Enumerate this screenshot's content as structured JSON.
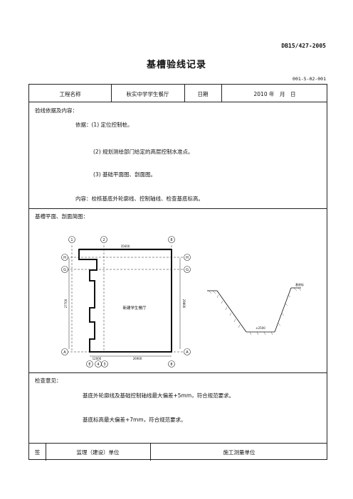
{
  "header": {
    "standard_code": "DB15/427-2005",
    "title": "基槽验线记录",
    "form_code": "001-5-02-001"
  },
  "info_row": {
    "project_label": "工程名称",
    "project_value": "秋实中学学生餐厅",
    "date_label": "日期",
    "date_value": "2010 年　月　日"
  },
  "basis": {
    "heading": "验线依据及内容：",
    "lines": [
      "依据：(1) 定位控制桩。",
      "(2) 规划测绘部门给定的高层控制水准点。",
      "(3) 基础平面图、剖面图。",
      "内容：校核基底外轮廓线、控制轴线、检查基底标高。"
    ]
  },
  "sketch": {
    "heading": "基槽平面、剖面简图：",
    "axis_top": [
      "1",
      "2",
      "8"
    ],
    "axis_bottom": [
      "E",
      "4",
      "3",
      "8"
    ],
    "axis_side": [
      "H",
      "G",
      "A"
    ],
    "building_label": "新建学生餐厅",
    "dim_top": "35600",
    "dim_left": "27700",
    "dim_right": "29800",
    "dim_bottom_left": "12000",
    "dim_bottom_right": "26900",
    "section_level_label": "基底标",
    "section_dim": "±2500"
  },
  "opinion": {
    "heading": "检查意见：",
    "lines": [
      "基底外轮廓线及基础控制轴线最大偏差+5mm，符合规范要求。",
      "基底标高最大偏差+7mm，符合规范要求。"
    ]
  },
  "sign_row": {
    "sign_label": "签",
    "supervisor_label": "监理（建设）单位",
    "construction_label": "施工测量单位"
  }
}
